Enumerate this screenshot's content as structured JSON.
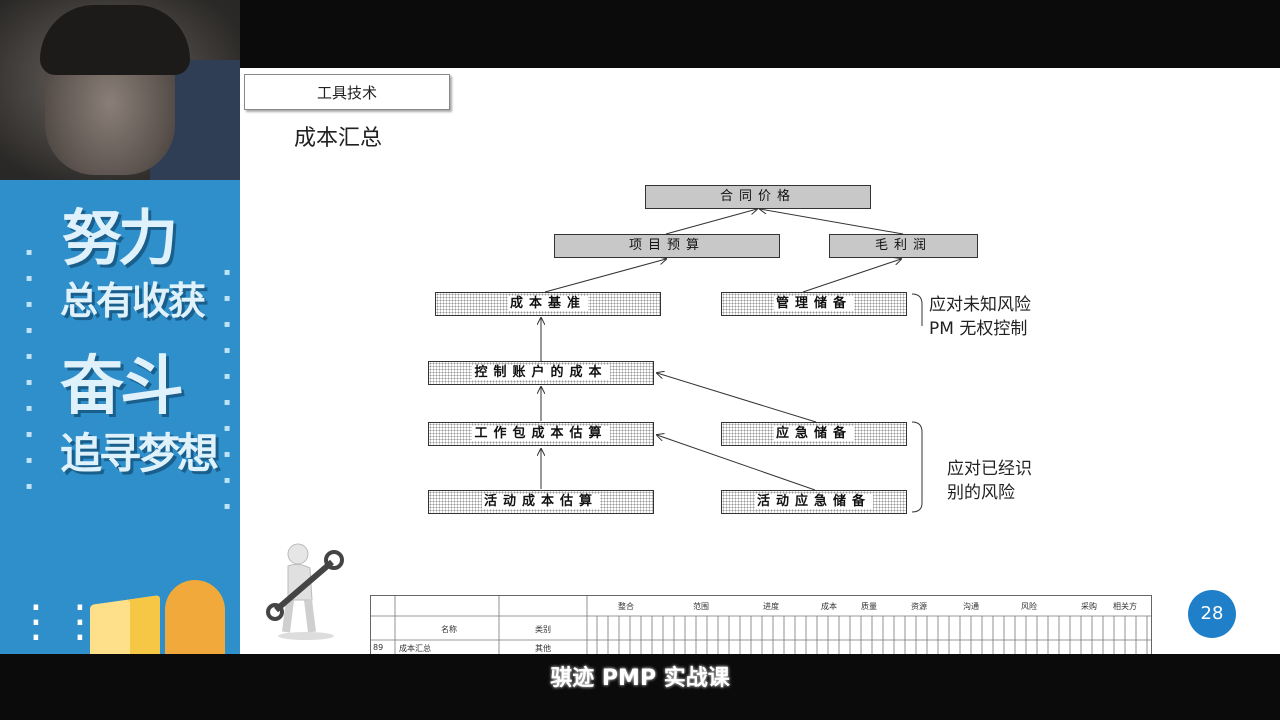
{
  "sidebar": {
    "slogan_line1": "努力",
    "slogan_line2": "总有收获",
    "slogan_line3": "奋斗",
    "slogan_line4": "追寻梦想"
  },
  "slide": {
    "section_tab": "工具技术",
    "title": "成本汇总",
    "boxes": {
      "contract_price": "合同价格",
      "project_budget": "项目预算",
      "profit": "毛利润",
      "cost_baseline": "成本基准",
      "management_reserve": "管理储备",
      "control_account_cost": "控制账户的成本",
      "work_package_estimate": "工作包成本估算",
      "contingency_reserve": "应急储备",
      "activity_cost_estimate": "活动成本估算",
      "activity_contingency": "活动应急储备"
    },
    "notes": {
      "unknown_risk_1": "应对未知风险",
      "unknown_risk_2": "PM 无权控制",
      "known_risk_1": "应对已经识",
      "known_risk_2": "别的风险"
    },
    "table": {
      "header_name": "名称",
      "header_type": "类别",
      "groups": [
        "整合",
        "范围",
        "进度",
        "成本",
        "质量",
        "资源",
        "沟通",
        "风险",
        "采购",
        "相关方"
      ],
      "row_id": "89",
      "row_name": "成本汇总",
      "row_type": "其他"
    },
    "page_number": "28"
  },
  "caption": "骐迹 PMP 实战课"
}
